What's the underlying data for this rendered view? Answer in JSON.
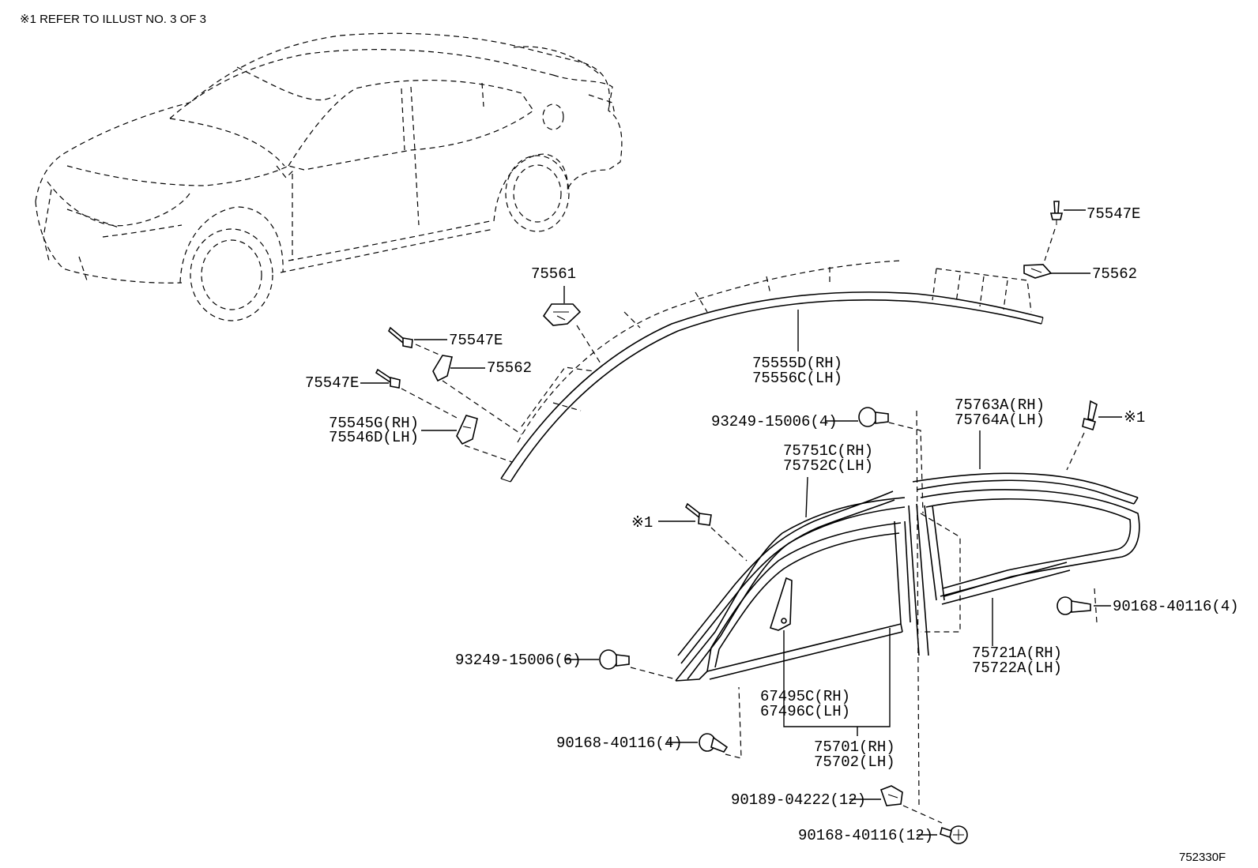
{
  "header_note": "※1 REFER TO ILLUST NO. 3 OF 3",
  "illustration_code": "752330F",
  "callouts": {
    "p75547E_top": "75547E",
    "p75562_top": "75562",
    "p75561": "75561",
    "p75547E_a": "75547E",
    "p75562_b": "75562",
    "p75547E_c": "75547E",
    "p75545G": "75545G(RH)",
    "p75546D": "75546D(LH)",
    "p75555D": "75555D(RH)",
    "p75556C": "75556C(LH)",
    "p93249_4": "93249-15006(4)",
    "p75763A": "75763A(RH)",
    "p75764A": "75764A(LH)",
    "ref1_right": "※1",
    "p75751C": "75751C(RH)",
    "p75752C": "75752C(LH)",
    "ref1_left": "※1",
    "p90168_4_right": "90168-40116(4)",
    "p93249_6": "93249-15006(6)",
    "p75721A": "75721A(RH)",
    "p75722A": "75722A(LH)",
    "p67495C": "67495C(RH)",
    "p67496C": "67496C(LH)",
    "p90168_4_left": "90168-40116(4)",
    "p75701": "75701(RH)",
    "p75702": "75702(LH)",
    "p90189_12": "90189-04222(12)",
    "p90168_12": "90168-40116(12)"
  }
}
